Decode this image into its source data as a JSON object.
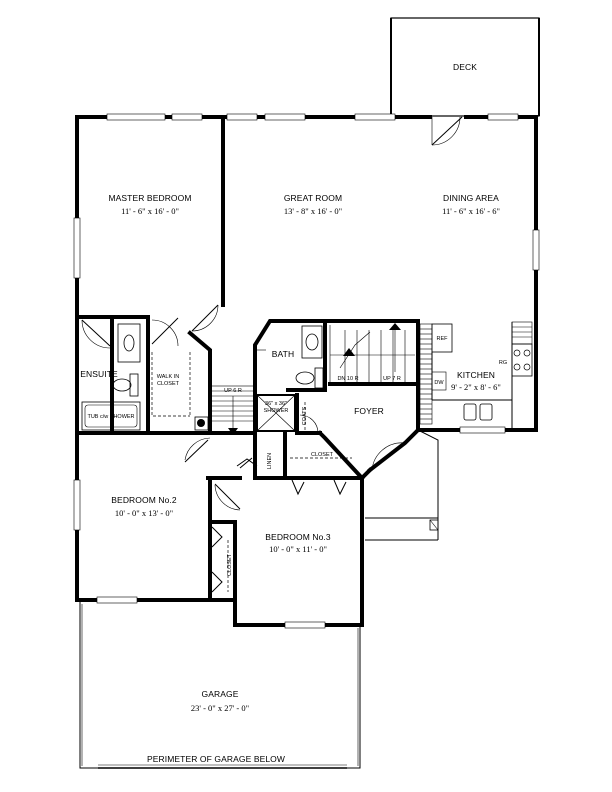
{
  "rooms": {
    "deck": {
      "label": "DECK"
    },
    "master_bedroom": {
      "label": "MASTER BEDROOM",
      "dims": "11' - 6\" x 16' - 0\""
    },
    "great_room": {
      "label": "GREAT ROOM",
      "dims": "13' - 8\" x 16' - 0\""
    },
    "dining_area": {
      "label": "DINING AREA",
      "dims": "11' - 6\" x 16' - 6\""
    },
    "ensuite": {
      "label": "ENSUITE"
    },
    "walk_in_closet": {
      "line1": "WALK IN",
      "line2": "CLOSET"
    },
    "bath": {
      "label": "BATH"
    },
    "foyer": {
      "label": "FOYER"
    },
    "kitchen": {
      "label": "KITCHEN",
      "dims": "9' - 2\" x 8' - 6\""
    },
    "bedroom2": {
      "label": "BEDROOM No.2",
      "dims": "10' - 0\" x 13' - 0\""
    },
    "bedroom3": {
      "label": "BEDROOM No.3",
      "dims": "10' - 0\" x 11' - 0\""
    },
    "garage": {
      "label": "GARAGE",
      "dims": "23' - 0\" x 27' - 0\""
    }
  },
  "fixtures": {
    "tub_shower": "TUB c/w SHOWER",
    "stair_up_6r": "UP 6 R",
    "stair_dn_10r": "DN 10 R",
    "stair_up_7r": "UP 7 R",
    "shower_line1": "36\" x 36\"",
    "shower_line2": "SHOWER",
    "coats": "COATS",
    "linen": "LINEN",
    "closet_hall": "CLOSET",
    "closet_bed2": "CLOSET",
    "ref": "REF",
    "dw": "DW",
    "rg": "RG"
  },
  "notes": {
    "garage_perimeter": "PERIMETER OF GARAGE BELOW"
  }
}
